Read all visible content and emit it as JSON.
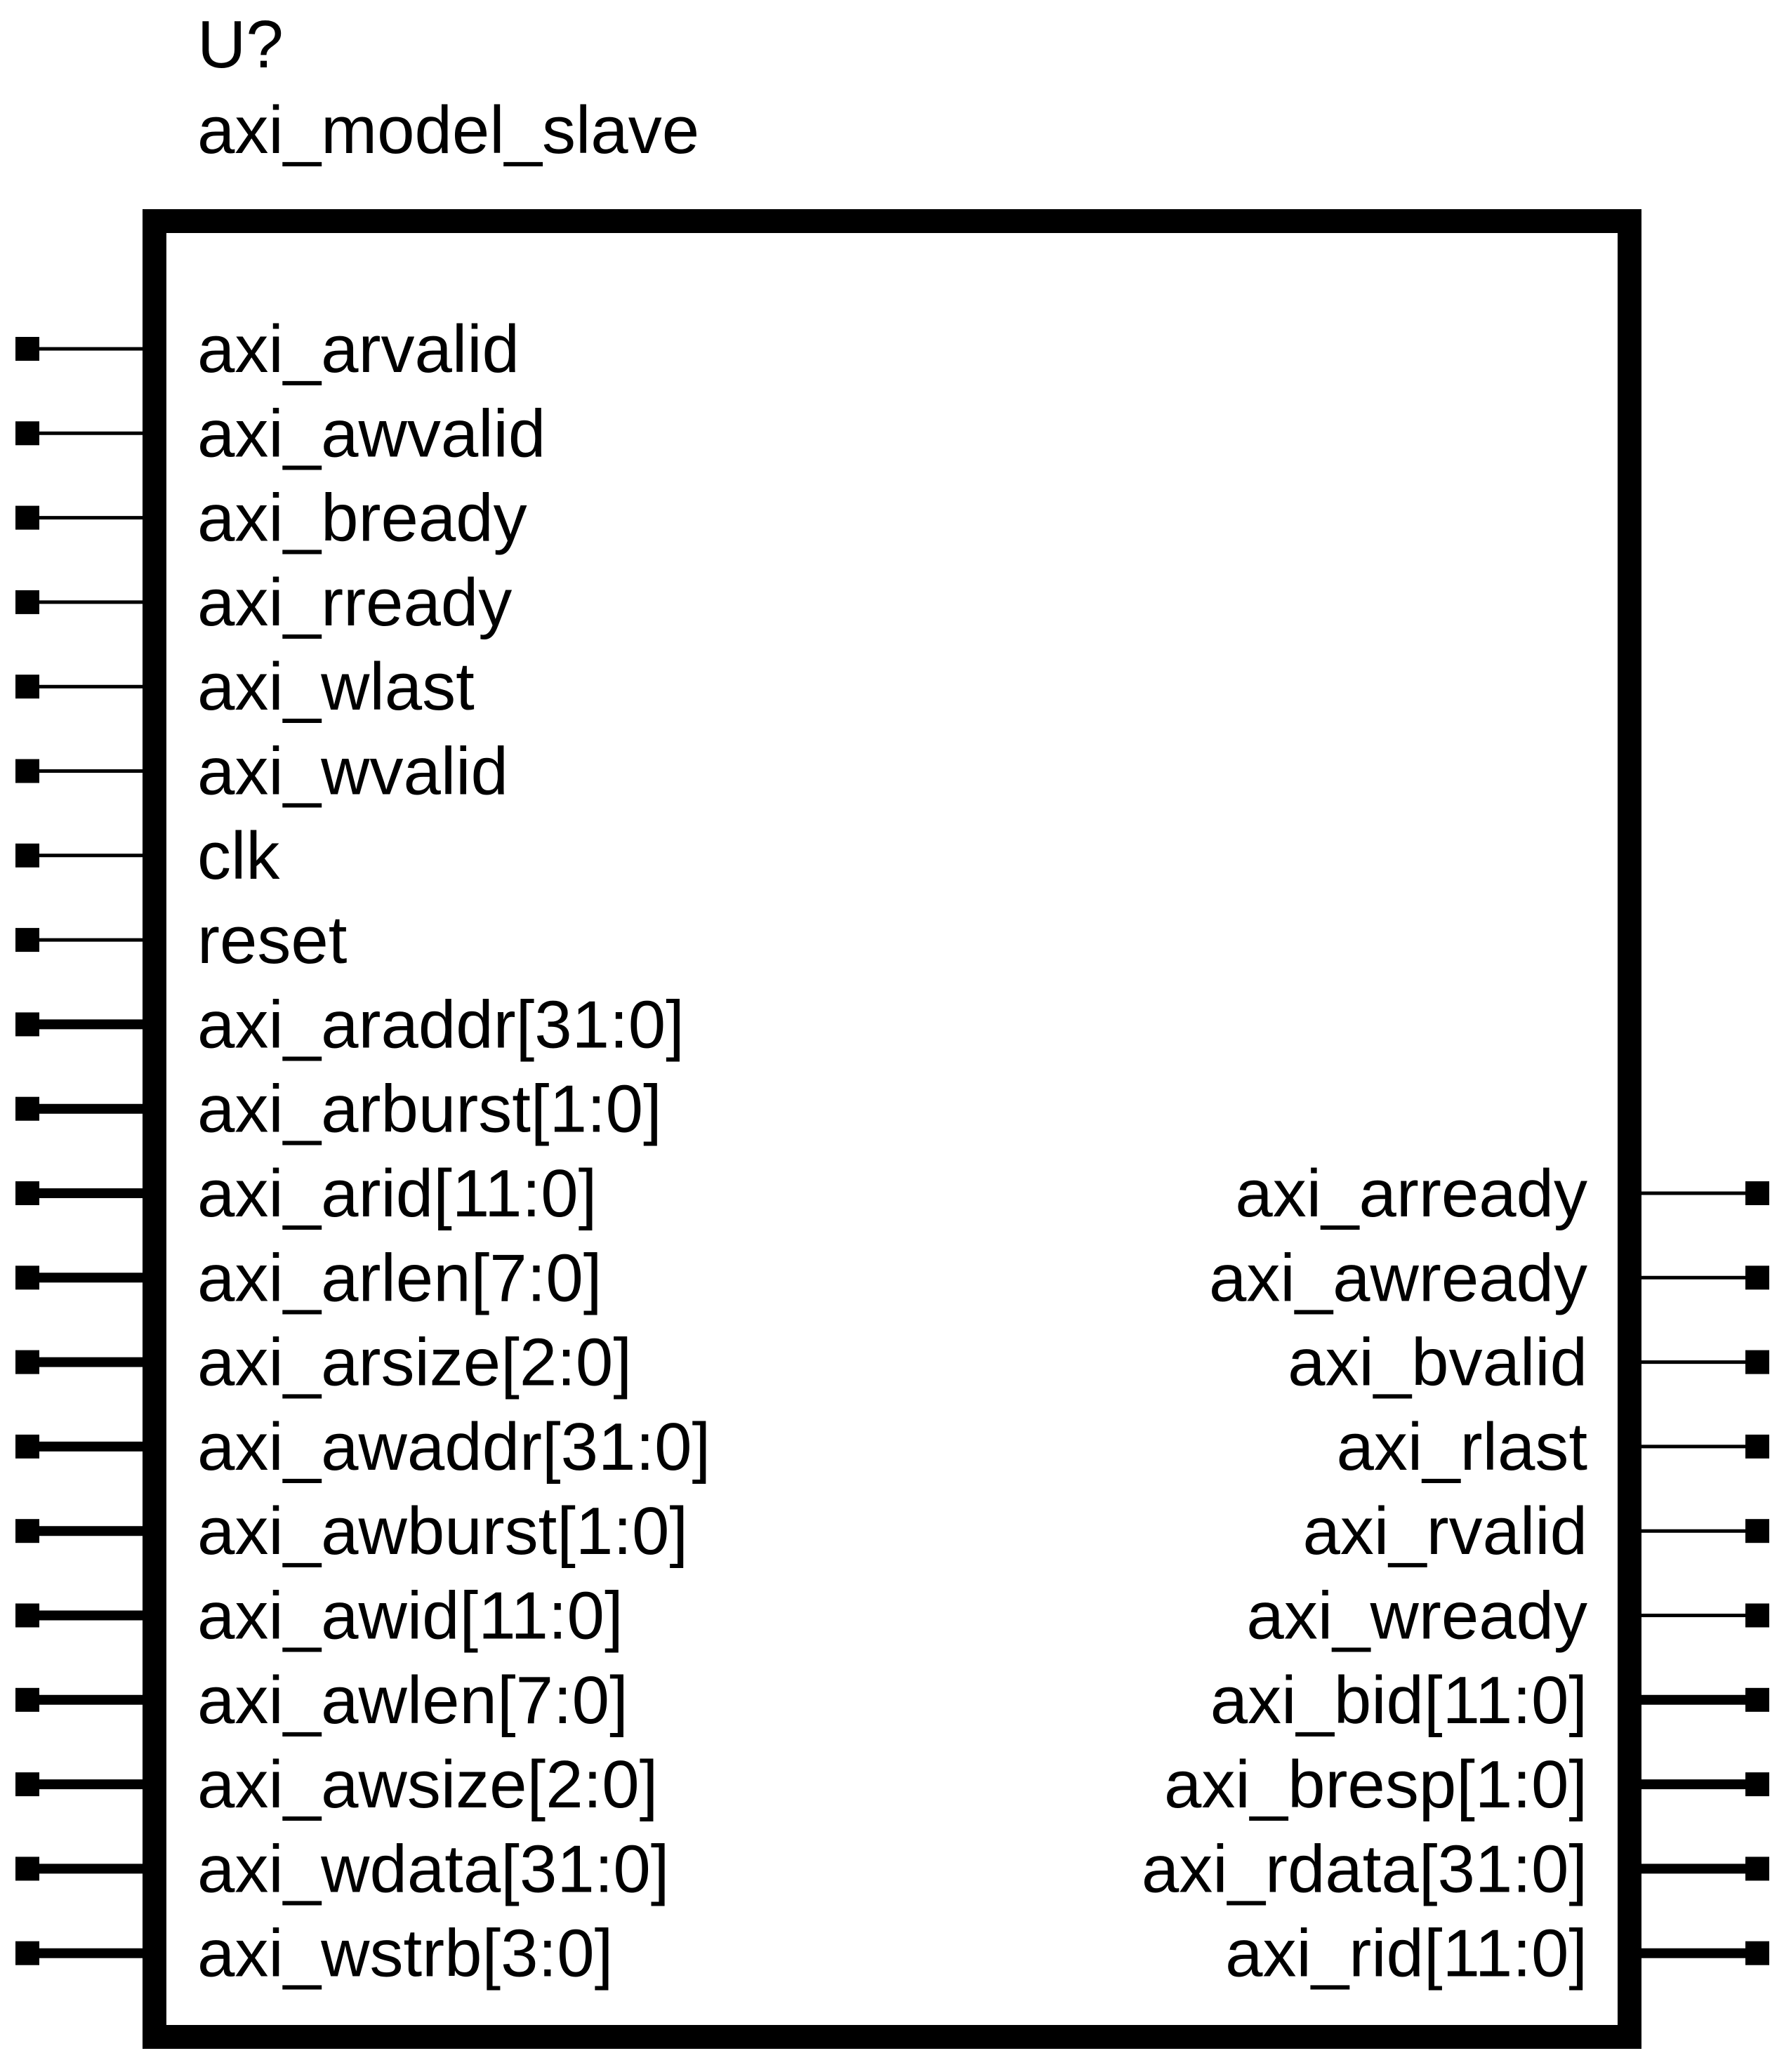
{
  "component": {
    "reference": "U?",
    "name": "axi_model_slave"
  },
  "colors": {
    "stroke": "#000000",
    "background": "#ffffff"
  },
  "left_ports": [
    {
      "label": "axi_arvalid",
      "bus": false
    },
    {
      "label": "axi_awvalid",
      "bus": false
    },
    {
      "label": "axi_bready",
      "bus": false
    },
    {
      "label": "axi_rready",
      "bus": false
    },
    {
      "label": "axi_wlast",
      "bus": false
    },
    {
      "label": "axi_wvalid",
      "bus": false
    },
    {
      "label": "clk",
      "bus": false
    },
    {
      "label": "reset",
      "bus": false
    },
    {
      "label": "axi_araddr[31:0]",
      "bus": true
    },
    {
      "label": "axi_arburst[1:0]",
      "bus": true
    },
    {
      "label": "axi_arid[11:0]",
      "bus": true
    },
    {
      "label": "axi_arlen[7:0]",
      "bus": true
    },
    {
      "label": "axi_arsize[2:0]",
      "bus": true
    },
    {
      "label": "axi_awaddr[31:0]",
      "bus": true
    },
    {
      "label": "axi_awburst[1:0]",
      "bus": true
    },
    {
      "label": "axi_awid[11:0]",
      "bus": true
    },
    {
      "label": "axi_awlen[7:0]",
      "bus": true
    },
    {
      "label": "axi_awsize[2:0]",
      "bus": true
    },
    {
      "label": "axi_wdata[31:0]",
      "bus": true
    },
    {
      "label": "axi_wstrb[3:0]",
      "bus": true
    }
  ],
  "right_ports": [
    {
      "label": "axi_arready",
      "bus": false
    },
    {
      "label": "axi_awready",
      "bus": false
    },
    {
      "label": "axi_bvalid",
      "bus": false
    },
    {
      "label": "axi_rlast",
      "bus": false
    },
    {
      "label": "axi_rvalid",
      "bus": false
    },
    {
      "label": "axi_wready",
      "bus": false
    },
    {
      "label": "axi_bid[11:0]",
      "bus": true
    },
    {
      "label": "axi_bresp[1:0]",
      "bus": true
    },
    {
      "label": "axi_rdata[31:0]",
      "bus": true
    },
    {
      "label": "axi_rid[11:0]",
      "bus": true
    }
  ]
}
